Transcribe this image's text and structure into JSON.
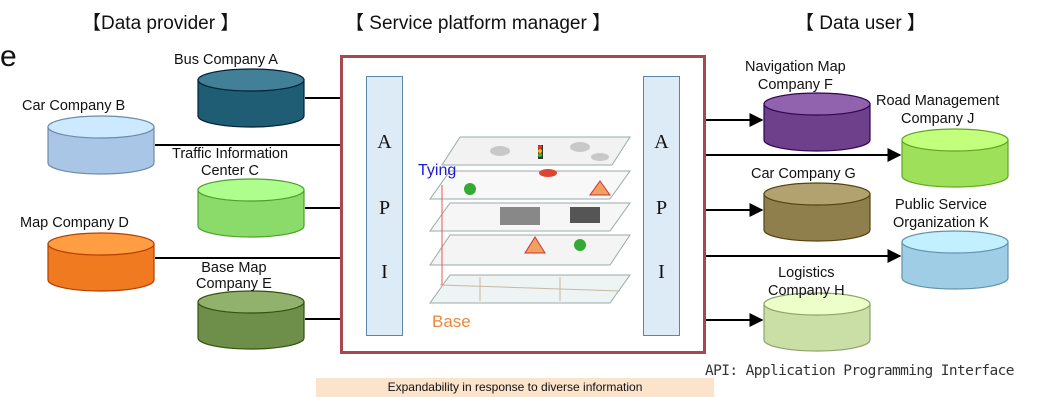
{
  "headers": {
    "provider": "【Data provider 】",
    "platform": "【 Service platform manager 】",
    "user": "【 Data user 】"
  },
  "fragment_letter": "e",
  "providers": [
    {
      "label": "Bus Company A",
      "color": "#1e5d73"
    },
    {
      "label": "Car Company B",
      "color": "#a9c6e6"
    },
    {
      "label": "Traffic Information\nCenter C",
      "color": "#8bdb6a"
    },
    {
      "label": "Map Company D",
      "color": "#f07a1f"
    },
    {
      "label": "Base Map\nCompany E",
      "color": "#6d8f49"
    }
  ],
  "users": [
    {
      "label": "Navigation Map\nCompany F",
      "color": "#6e3f8a"
    },
    {
      "label": "Road Management\nCompany J",
      "color": "#9ee05a"
    },
    {
      "label": "Car Company G",
      "color": "#8f7f4d"
    },
    {
      "label": "Public Service\nOrganization K",
      "color": "#9fcde6"
    },
    {
      "label": "Logistics\nCompany H",
      "color": "#c9dfa6"
    }
  ],
  "api_letters": [
    "A",
    "P",
    "I"
  ],
  "layer_labels": {
    "tying": "Tying",
    "base": "Base"
  },
  "colors": {
    "platform_border": "#a8474c",
    "api_fill": "#dcebf6",
    "tying": "#1a1ad6",
    "base": "#e8893a"
  },
  "api_note": "API: Application Programming Interface",
  "expandability": "Expandability in response to diverse information"
}
